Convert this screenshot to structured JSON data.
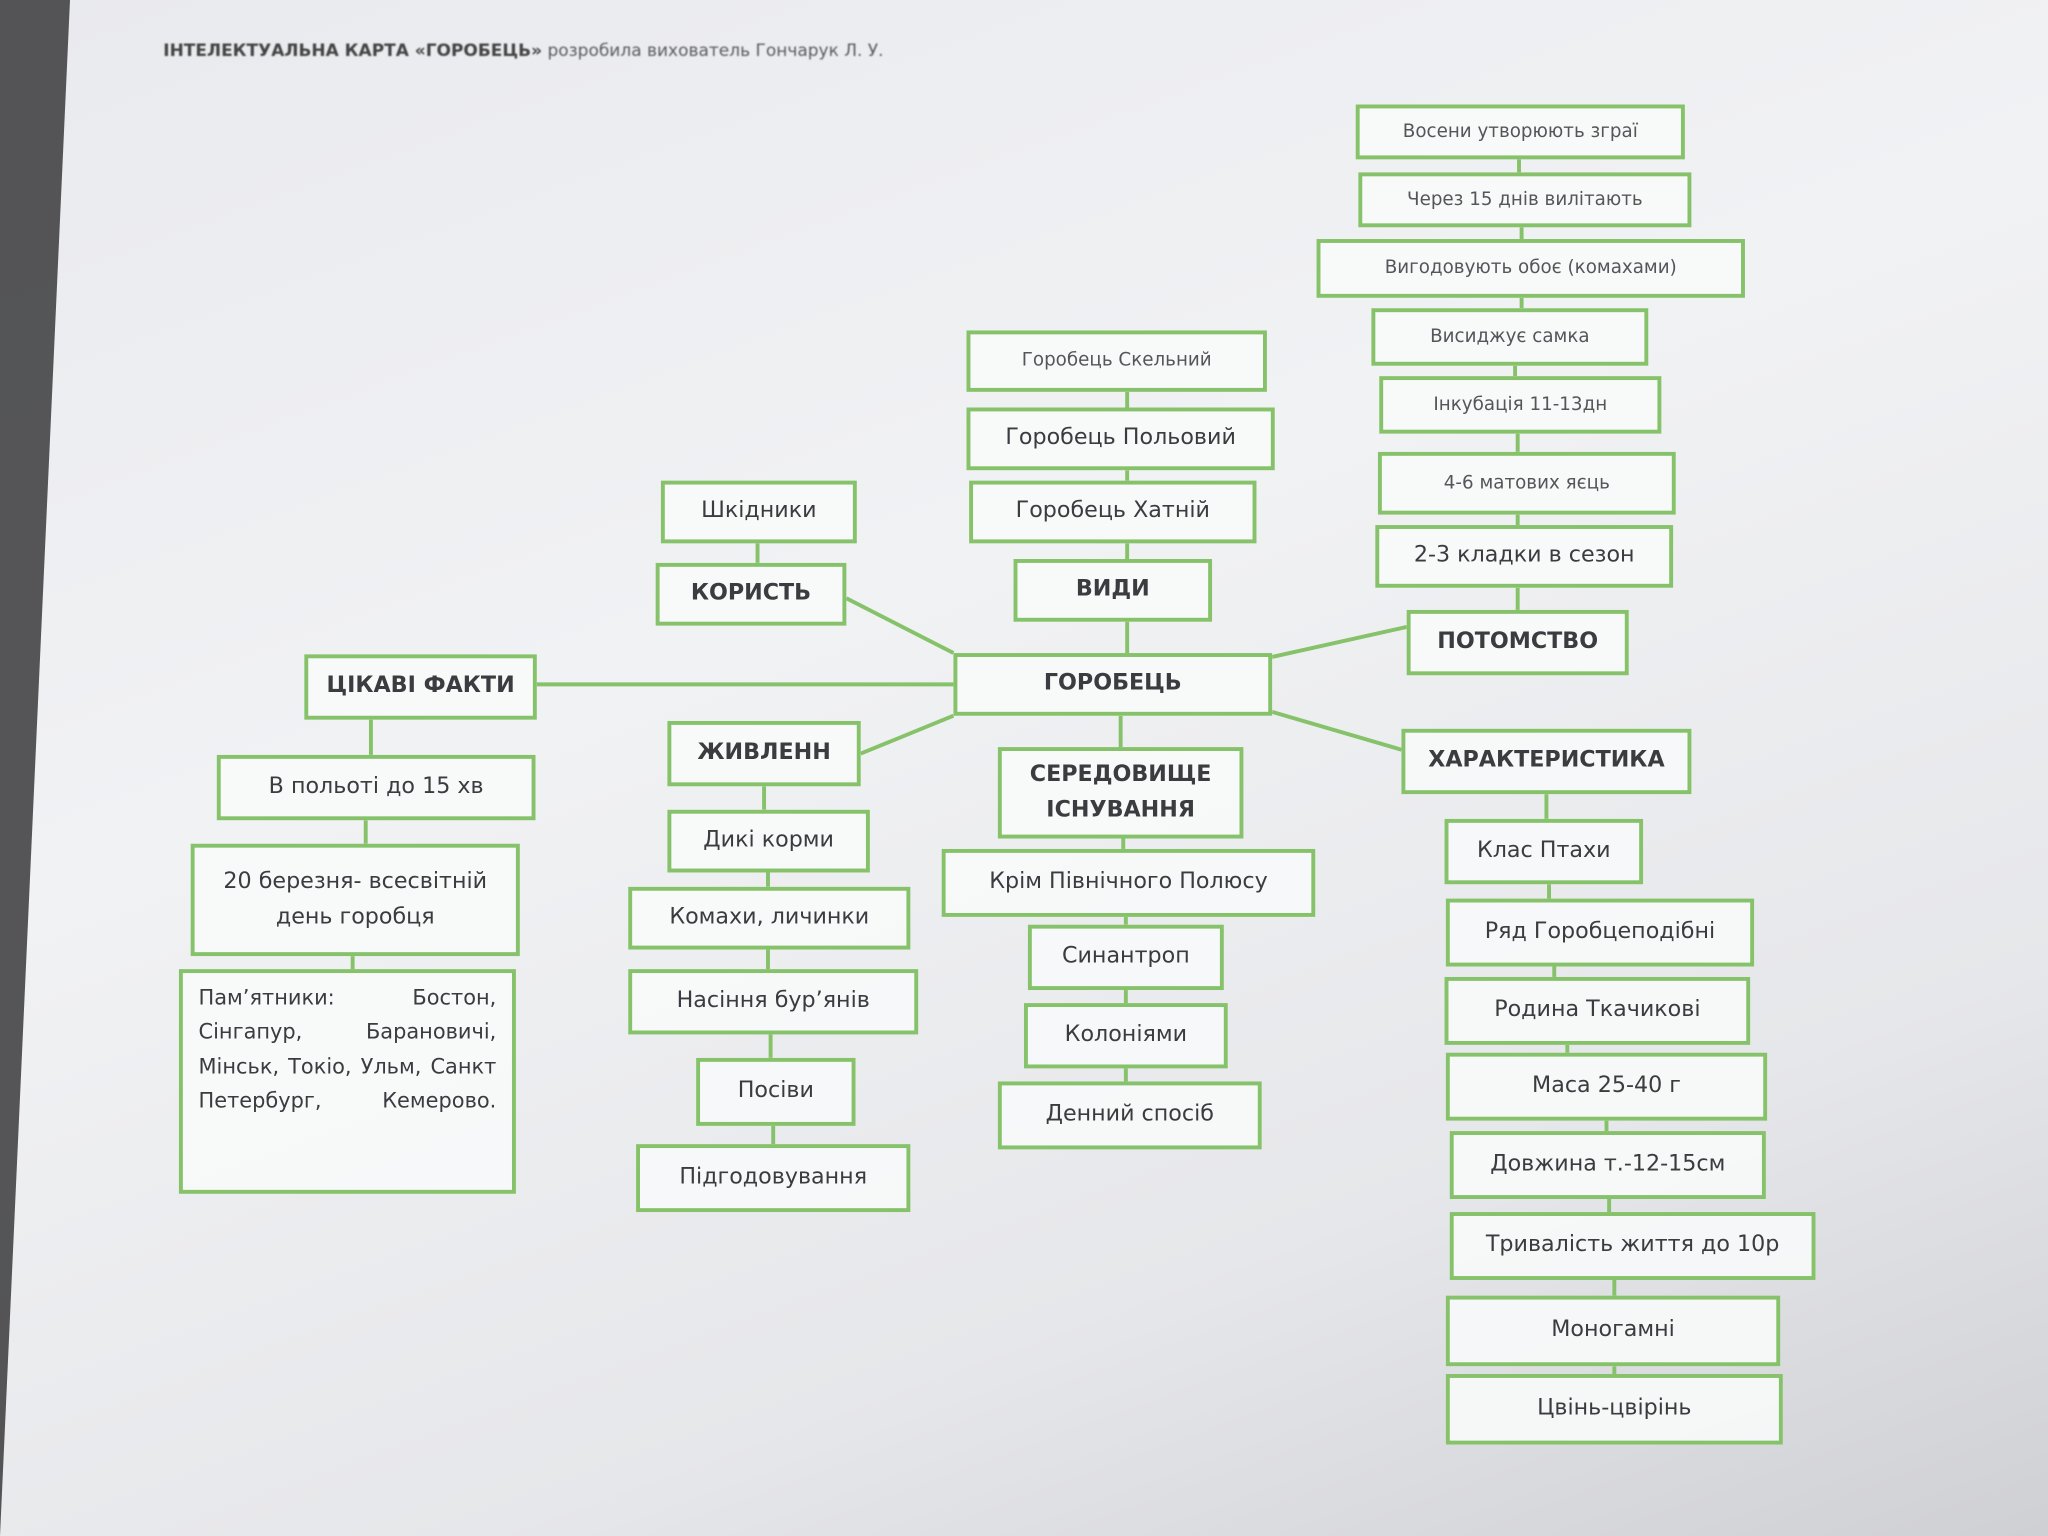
{
  "header": {
    "title": "ІНТЕЛЕКТУАЛЬНА КАРТА «ГОРОБЕЦЬ»",
    "subtitle": "розробила вихователь Гончарук Л. У."
  },
  "center": "ГОРОБЕЦЬ",
  "potomstvo": {
    "title": "ПОТОМСТВО",
    "items": [
      "Восени утворюють зграї",
      "Через 15 днів вилітають",
      "Вигодовують обоє (комахами)",
      "Висиджує самка",
      "Інкубація 11-13дн",
      "4-6 матових яєць",
      "2-3 кладки в сезон"
    ]
  },
  "vydy": {
    "title": "ВИДИ",
    "items": [
      "Горобець Скельний",
      "Горобець Польовий",
      "Горобець Хатній"
    ]
  },
  "koryst": {
    "title": "КОРИСТЬ",
    "items": [
      "Шкідники"
    ]
  },
  "fakty": {
    "title": "ЦІКАВІ ФАКТИ",
    "items": [
      "В польоті до 15 хв",
      "20 березня- всесвітній день горобця",
      "Пам’ятники: Бостон, Сінгапур, Барановичі, Мінськ, Токіо, Ульм, Санкт Петербург, Кемерово."
    ]
  },
  "zhyvlennia": {
    "title": "ЖИВЛЕНН",
    "items": [
      "Дикі корми",
      "Комахи, личинки",
      "Насіння бур’янів",
      "Посіви",
      "Підгодовування"
    ]
  },
  "seredovyshche": {
    "title": "СЕРЕДОВИЩЕ ІСНУВАННЯ",
    "items": [
      "Крім  Північного Полюсу",
      "Синантроп",
      "Колоніями",
      "Денний спосіб"
    ]
  },
  "kharakterystyka": {
    "title": "ХАРАКТЕРИСТИКА",
    "items": [
      "Клас Птахи",
      "Ряд Горобцеподібні",
      "Родина Ткачикові",
      "Маса 25-40 г",
      "Довжина т.-12-15см",
      "Тривалість життя до 10р",
      "Моногамні",
      "Цвінь-цвірінь"
    ]
  }
}
